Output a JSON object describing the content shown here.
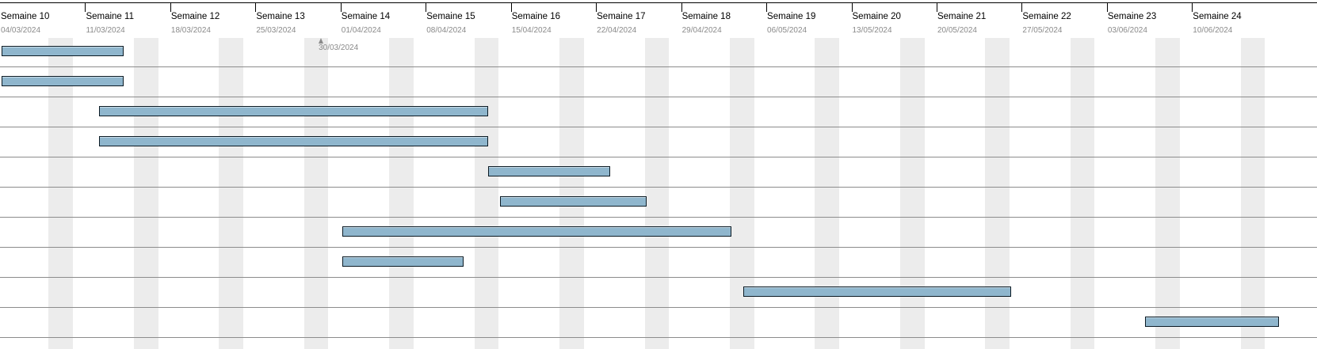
{
  "timeline": {
    "weeks": [
      {
        "label": "Semaine 10",
        "date": "04/03/2024"
      },
      {
        "label": "Semaine 11",
        "date": "11/03/2024"
      },
      {
        "label": "Semaine 12",
        "date": "18/03/2024"
      },
      {
        "label": "Semaine 13",
        "date": "25/03/2024"
      },
      {
        "label": "Semaine 14",
        "date": "01/04/2024"
      },
      {
        "label": "Semaine 15",
        "date": "08/04/2024"
      },
      {
        "label": "Semaine 16",
        "date": "15/04/2024"
      },
      {
        "label": "Semaine 17",
        "date": "22/04/2024"
      },
      {
        "label": "Semaine 18",
        "date": "29/04/2024"
      },
      {
        "label": "Semaine 19",
        "date": "06/05/2024"
      },
      {
        "label": "Semaine 20",
        "date": "13/05/2024"
      },
      {
        "label": "Semaine 21",
        "date": "20/05/2024"
      },
      {
        "label": "Semaine 22",
        "date": "27/05/2024"
      },
      {
        "label": "Semaine 23",
        "date": "03/06/2024"
      },
      {
        "label": "Semaine 24",
        "date": "10/06/2024"
      }
    ],
    "marker": {
      "date": "30/03/2024"
    }
  },
  "tasks": [
    {
      "start": "04/03/2024",
      "end": "14/03/2024"
    },
    {
      "start": "04/03/2024",
      "end": "14/03/2024"
    },
    {
      "start": "12/03/2024",
      "end": "13/04/2024"
    },
    {
      "start": "12/03/2024",
      "end": "13/04/2024"
    },
    {
      "start": "13/04/2024",
      "end": "23/04/2024"
    },
    {
      "start": "14/04/2024",
      "end": "26/04/2024"
    },
    {
      "start": "01/04/2024",
      "end": "03/05/2024"
    },
    {
      "start": "01/04/2024",
      "end": "11/04/2024"
    },
    {
      "start": "04/05/2024",
      "end": "26/05/2024"
    },
    {
      "start": "06/06/2024",
      "end": "17/06/2024"
    }
  ],
  "colors": {
    "bar_fill": "#8fb6cd",
    "bar_border": "#0b1a24",
    "weekend": "#ececec",
    "grid_line": "#8c8c8c",
    "date_text": "#8a8a8a"
  }
}
